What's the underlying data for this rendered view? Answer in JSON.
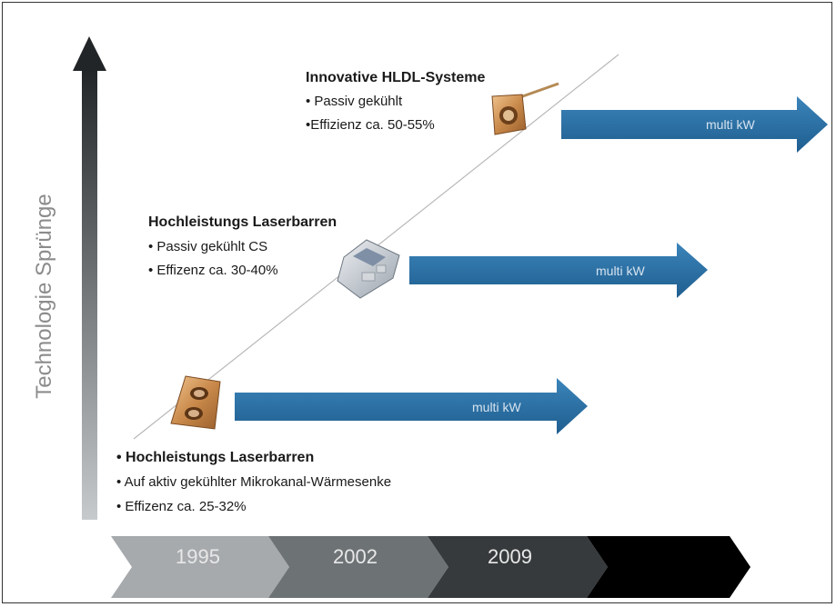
{
  "diagram": {
    "y_axis_label": "Technologie Sprünge",
    "stages": [
      {
        "heading": "Hochleistungs Laserbarren",
        "bullets": [
          "Auf aktiv gekühlter Mikrokanal-Wärmesenke",
          "Effizenz ca. 25-32%"
        ],
        "output": "multi kW"
      },
      {
        "heading": "Hochleistungs Laserbarren",
        "bullets": [
          "Passiv gekühlt CS",
          "Effizenz ca. 30-40%"
        ],
        "output": "multi kW"
      },
      {
        "heading": "Innovative HLDL-Systeme",
        "bullets": [
          "Passiv gekühlt",
          "•Effizienz ca. 50-55%"
        ],
        "output": "multi kW"
      }
    ],
    "timeline": [
      "1995",
      "2002",
      "2009",
      ""
    ],
    "colors": {
      "blue_arrow": "#2a6fa3",
      "timeline_1": "#a6aaad",
      "timeline_2": "#6d7275",
      "timeline_3": "#363a3c",
      "timeline_4": "#000000"
    }
  }
}
